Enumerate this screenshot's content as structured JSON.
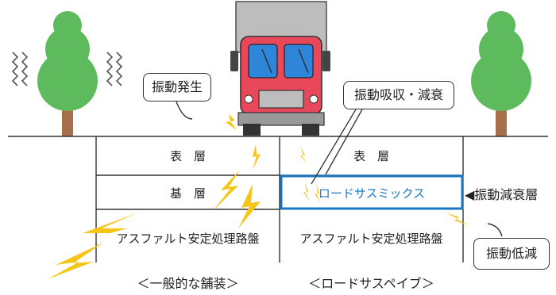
{
  "callouts": {
    "vibration_generated": "振動発生",
    "vibration_absorb": "振動吸収・減衰",
    "vibration_reduced": "振動低減"
  },
  "layers": {
    "surface_left": "表　層",
    "surface_right": "表　層",
    "base": "基　層",
    "asphalt_left": "アスファルト安定処理路盤",
    "asphalt_right": "アスファルト安定処理路盤",
    "mix": "ロードサスミックス"
  },
  "side_label": "◀振動減衰層",
  "captions": {
    "general": "＜一般的な舗装＞",
    "roadsus": "＜ロードサスペイブ＞"
  },
  "colors": {
    "tree_green": "#5dbb5e",
    "tree_trunk": "#a8704a",
    "truck_red": "#e9475a",
    "truck_body": "#bdbdbd",
    "window_blue": "#2f86d8",
    "lightning_yellow": "#f5c518",
    "mix_border": "#1b77c4",
    "mix_text": "#1b77c4"
  }
}
